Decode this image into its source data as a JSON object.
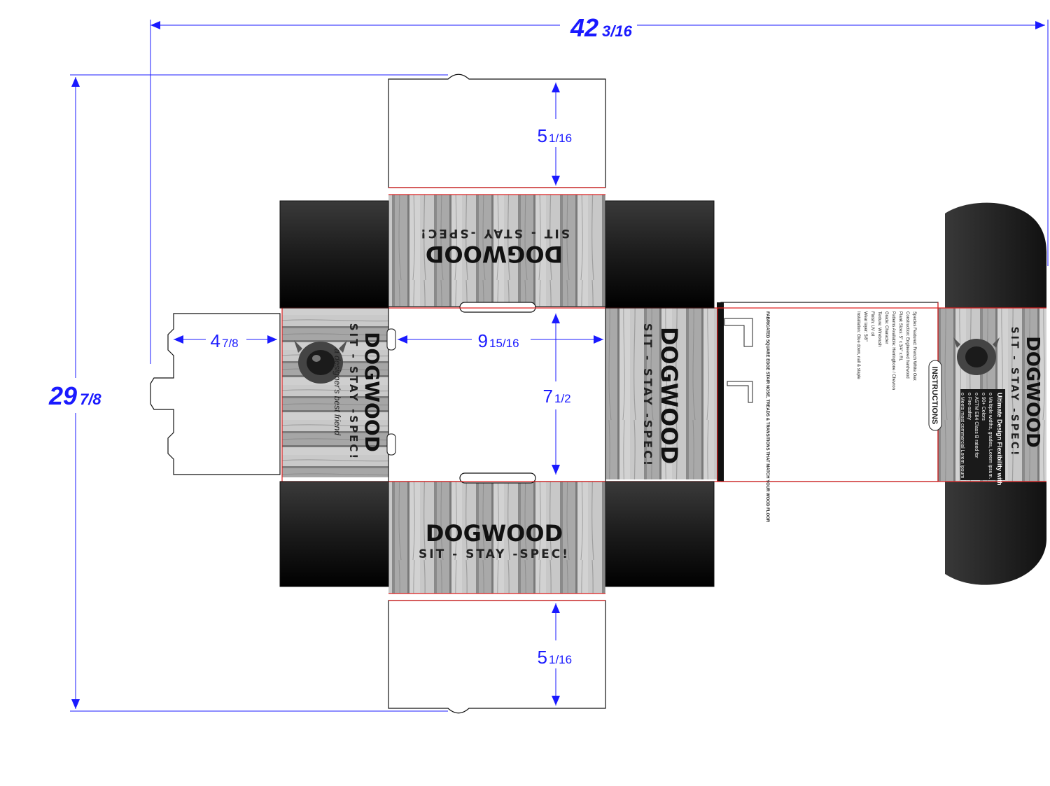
{
  "dimensions": {
    "overall_width": {
      "whole": "42",
      "frac": "3/16"
    },
    "overall_height": {
      "whole": "29",
      "frac": "7/8"
    },
    "top_flap_height": {
      "whole": "5",
      "frac": "1/16"
    },
    "bottom_flap_height": {
      "whole": "5",
      "frac": "1/16"
    },
    "side_panel_width": {
      "whole": "4",
      "frac": "7/8"
    },
    "base_width": {
      "whole": "9",
      "frac": "15/16"
    },
    "base_height": {
      "whole": "7",
      "frac": "1/2"
    }
  },
  "branding": {
    "name": "DOGWOOD",
    "tagline": "SIT - STAY -SPEC!",
    "signature": "a designer's best friend"
  },
  "instructions": {
    "header": "INSTRUCTIONS",
    "spec_lines": [
      "Species Featured:  French White Oak",
      "Construction:  Engineered hardwood",
      "Plank Sizes:  5\" x 3/4\" x RL",
      "Patterns Available:  Herringbone / Chevron",
      "Grade:  Character",
      "Texture:  Wirebrush",
      "Finish:  UV oil",
      "Wear layer:  5/8\"",
      "Installation:  Glue down, nail & staple"
    ],
    "footer_title": "FABRICATED SQUARE EDGE STAIR NOSE, TREADS & TRANSITIONS THAT MATCH YOUR WOOD FLOOR"
  },
  "features": {
    "title": "Ultimate Design Flexibility with",
    "items": [
      "o  Multiple widths, grades, Lorem ipsum.",
      "o  90+ Colors",
      "o  ASTM E84 Class B rated for",
      "o  Fire-safety",
      "o  Meets most commercial Lorem ipsum"
    ]
  },
  "colors": {
    "dimension": "#1a1aff",
    "crease": "#e02020",
    "dark_flap": "#141414",
    "wood_light": "#c9c9c9",
    "wood_dark": "#6e6e6e"
  }
}
